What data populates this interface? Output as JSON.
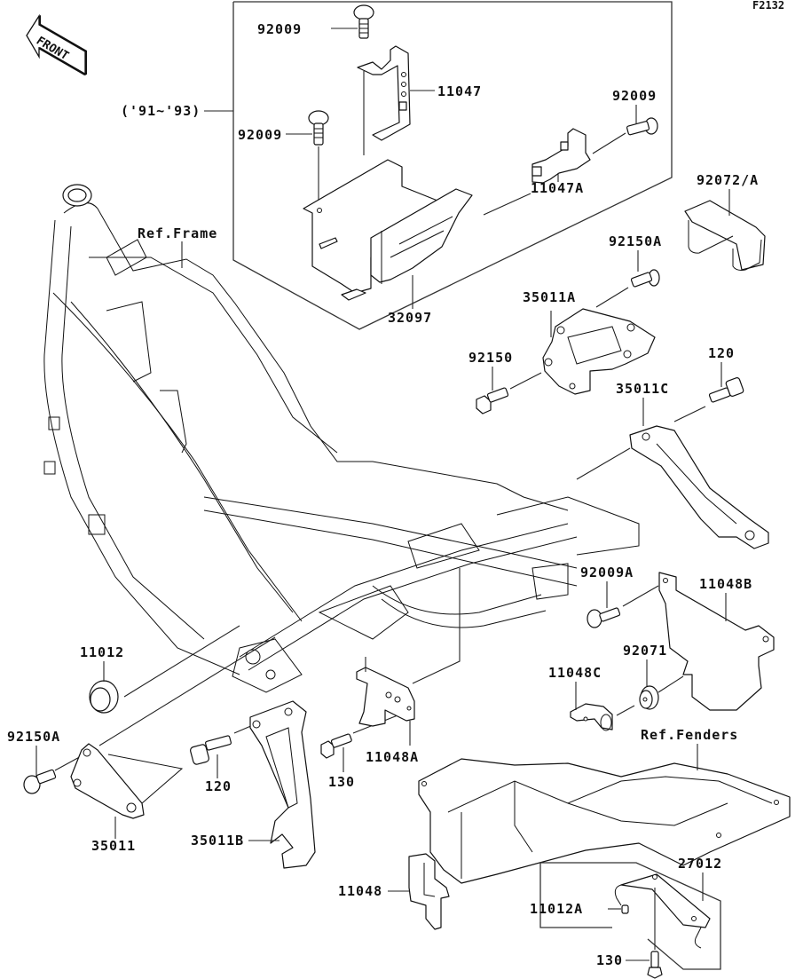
{
  "diagram": {
    "code": "F2132",
    "front_arrow": {
      "icon": "front-arrow-icon",
      "label": "FRONT"
    },
    "group_note": "('91~'93)",
    "references": {
      "frame": "Ref.Frame",
      "fenders": "Ref.Fenders"
    },
    "parts": [
      {
        "id": "p-92009-a",
        "number": "92009",
        "name": "screw"
      },
      {
        "id": "p-11047",
        "number": "11047",
        "name": "bracket"
      },
      {
        "id": "p-92009-b",
        "number": "92009",
        "name": "screw"
      },
      {
        "id": "p-92009-c",
        "number": "92009",
        "name": "screw"
      },
      {
        "id": "p-11047A",
        "number": "11047A",
        "name": "bracket"
      },
      {
        "id": "p-32097",
        "number": "32097",
        "name": "battery-case"
      },
      {
        "id": "p-92072A",
        "number": "92072/A",
        "name": "band"
      },
      {
        "id": "p-92150A-top",
        "number": "92150A",
        "name": "bolt"
      },
      {
        "id": "p-35011A",
        "number": "35011A",
        "name": "step-bracket"
      },
      {
        "id": "p-92150",
        "number": "92150",
        "name": "bolt"
      },
      {
        "id": "p-120-top",
        "number": "120",
        "name": "bolt"
      },
      {
        "id": "p-35011C",
        "number": "35011C",
        "name": "bracket"
      },
      {
        "id": "p-92009A",
        "number": "92009A",
        "name": "screw"
      },
      {
        "id": "p-11048B",
        "number": "11048B",
        "name": "bracket"
      },
      {
        "id": "p-92071",
        "number": "92071",
        "name": "grommet"
      },
      {
        "id": "p-11048C",
        "number": "11048C",
        "name": "bracket"
      },
      {
        "id": "p-11012",
        "number": "11012",
        "name": "cap"
      },
      {
        "id": "p-92150A-bottom",
        "number": "92150A",
        "name": "bolt"
      },
      {
        "id": "p-35011",
        "number": "35011",
        "name": "step-bracket"
      },
      {
        "id": "p-120-bottom",
        "number": "120",
        "name": "bolt"
      },
      {
        "id": "p-35011B",
        "number": "35011B",
        "name": "step-bracket"
      },
      {
        "id": "p-130-a",
        "number": "130",
        "name": "bolt"
      },
      {
        "id": "p-11048A",
        "number": "11048A",
        "name": "bracket"
      },
      {
        "id": "p-11048",
        "number": "11048",
        "name": "bracket"
      },
      {
        "id": "p-27012",
        "number": "27012",
        "name": "hook"
      },
      {
        "id": "p-11012A",
        "number": "11012A",
        "name": "cap"
      },
      {
        "id": "p-130-b",
        "number": "130",
        "name": "bolt"
      }
    ]
  }
}
